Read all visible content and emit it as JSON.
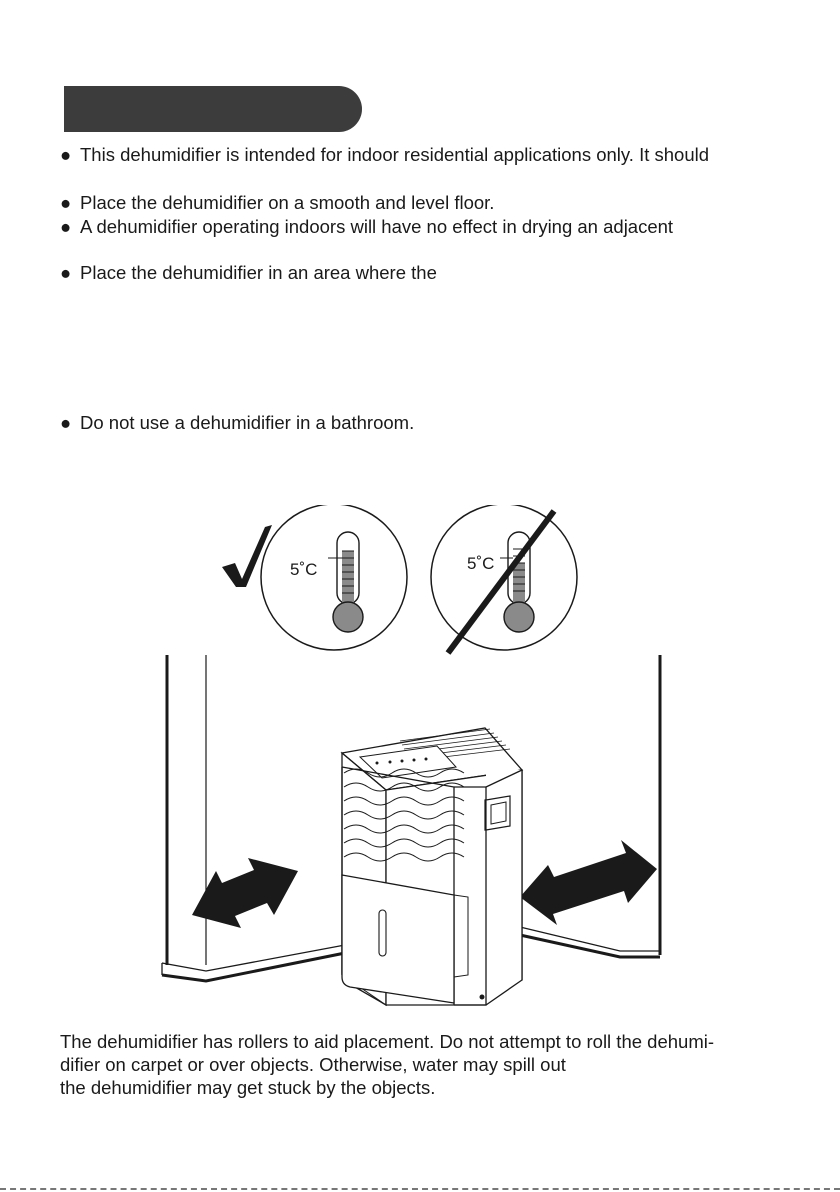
{
  "bullets": [
    {
      "marker": "●",
      "text": "This dehumidifier is intended for indoor residential applications only. It should"
    },
    {
      "marker": "●",
      "text": "Place the dehumidifier on a smooth and level floor."
    },
    {
      "marker": "●",
      "text": "A dehumidifier operating indoors will have no effect in drying an adjacent"
    },
    {
      "marker": "●",
      "text": "Place the dehumidifier in an area where the"
    },
    {
      "marker": "●",
      "text": "Do not use a dehumidifier in a bathroom."
    }
  ],
  "illustration": {
    "thermo_ok_label": "5˚C",
    "thermo_bad_label": "5˚C"
  },
  "caption": {
    "lines": [
      "The dehumidifier has rollers to aid placement. Do not attempt to roll the dehumi-",
      "difier on carpet or over objects. Otherwise, water may spill out",
      "the dehumidifier may get stuck by the objects."
    ]
  }
}
